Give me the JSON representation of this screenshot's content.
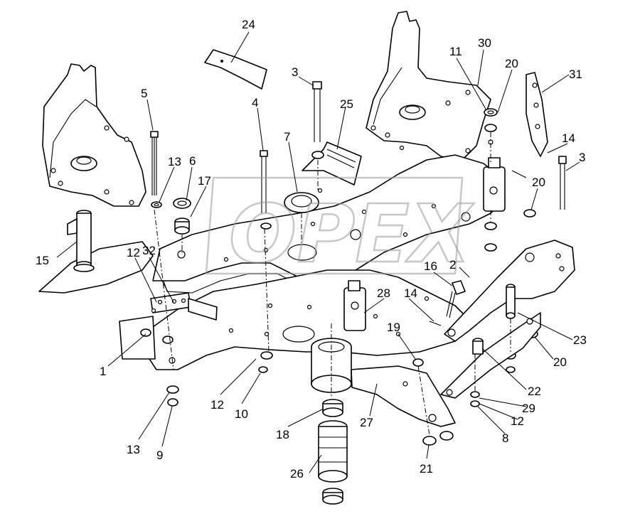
{
  "diagram": {
    "watermark": "OPEX",
    "callouts": [
      {
        "id": "c24",
        "label": "24"
      },
      {
        "id": "c3a",
        "label": "3"
      },
      {
        "id": "c5",
        "label": "5"
      },
      {
        "id": "c4",
        "label": "4"
      },
      {
        "id": "c25",
        "label": "25"
      },
      {
        "id": "c7",
        "label": "7"
      },
      {
        "id": "c13a",
        "label": "13"
      },
      {
        "id": "c6",
        "label": "6"
      },
      {
        "id": "c17",
        "label": "17"
      },
      {
        "id": "c15",
        "label": "15"
      },
      {
        "id": "c12a",
        "label": "12"
      },
      {
        "id": "c32",
        "label": "32"
      },
      {
        "id": "c1",
        "label": "1"
      },
      {
        "id": "c12b",
        "label": "12"
      },
      {
        "id": "c10",
        "label": "10"
      },
      {
        "id": "c13b",
        "label": "13"
      },
      {
        "id": "c9",
        "label": "9"
      },
      {
        "id": "c18",
        "label": "18"
      },
      {
        "id": "c26",
        "label": "26"
      },
      {
        "id": "c27",
        "label": "27"
      },
      {
        "id": "c21",
        "label": "21"
      },
      {
        "id": "c28",
        "label": "28"
      },
      {
        "id": "c16",
        "label": "16"
      },
      {
        "id": "c14a",
        "label": "14"
      },
      {
        "id": "c19",
        "label": "19"
      },
      {
        "id": "c2",
        "label": "2"
      },
      {
        "id": "c30",
        "label": "30"
      },
      {
        "id": "c11",
        "label": "11"
      },
      {
        "id": "c20a",
        "label": "20"
      },
      {
        "id": "c31",
        "label": "31"
      },
      {
        "id": "c14b",
        "label": "14"
      },
      {
        "id": "c3b",
        "label": "3"
      },
      {
        "id": "c20b",
        "label": "20"
      },
      {
        "id": "c23",
        "label": "23"
      },
      {
        "id": "c20c",
        "label": "20"
      },
      {
        "id": "c22",
        "label": "22"
      },
      {
        "id": "c29",
        "label": "29"
      },
      {
        "id": "c12c",
        "label": "12"
      },
      {
        "id": "c8",
        "label": "8"
      }
    ]
  }
}
